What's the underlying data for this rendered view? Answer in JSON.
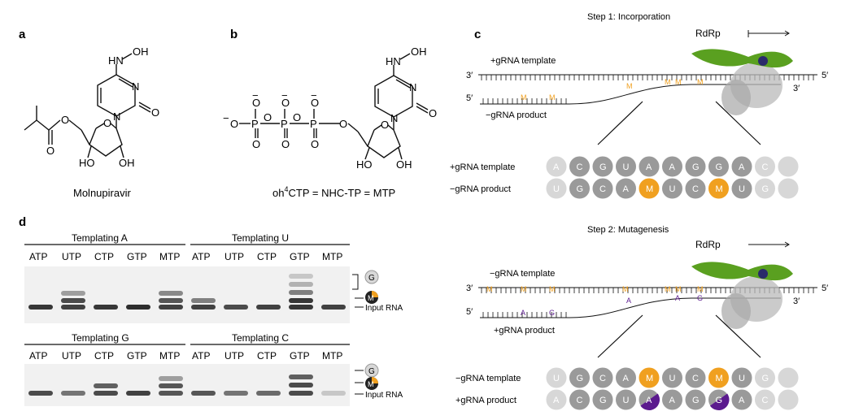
{
  "panels": {
    "a": {
      "label": "a",
      "caption": "Molnupiravir",
      "atoms": {
        "hn": "HN",
        "oh_top": "OH",
        "n1": "N",
        "n3": "N",
        "o_carbonyl": "O",
        "o_ring": "O",
        "o_ester": "O",
        "o_ester2": "O",
        "ho": "HO",
        "oh": "OH"
      }
    },
    "b": {
      "label": "b",
      "caption_prefix": "oh",
      "caption_sup": "4",
      "caption_rest": "CTP = NHC-TP = MTP",
      "atoms": {
        "hn": "HN",
        "oh_top": "OH",
        "n1": "N",
        "n3": "N",
        "o_carbonyl": "O",
        "o_ring": "O",
        "ho": "HO",
        "oh": "OH",
        "p": "P",
        "o": "O",
        "minus": "−"
      }
    },
    "c": {
      "label": "c",
      "step1": {
        "title": "Step 1: Incorporation",
        "enzyme": "RdRp",
        "template_label": "+gRNA template",
        "product_label": "−gRNA product",
        "end3": "3′",
        "end5": "5′",
        "strand_m": "M",
        "zoom": {
          "top_label": "+gRNA template",
          "bottom_label": "−gRNA product",
          "top_seq": [
            "A",
            "C",
            "G",
            "U",
            "A",
            "A",
            "G",
            "G",
            "A",
            "C",
            ""
          ],
          "bottom_seq": [
            "U",
            "G",
            "C",
            "A",
            "M",
            "U",
            "C",
            "M",
            "U",
            "G",
            ""
          ]
        }
      },
      "step2": {
        "title": "Step 2: Mutagenesis",
        "enzyme": "RdRp",
        "template_label": "−gRNA template",
        "product_label": "+gRNA product",
        "end3": "3′",
        "end5": "5′",
        "strand_m": "M",
        "strand_a": "A",
        "strand_g": "G",
        "zoom": {
          "top_label": "−gRNA template",
          "bottom_label": "+gRNA product",
          "top_seq": [
            "U",
            "G",
            "C",
            "A",
            "M",
            "U",
            "C",
            "M",
            "U",
            "G",
            ""
          ],
          "bottom_seq": [
            "A",
            "C",
            "G",
            "U",
            "A",
            "A",
            "G",
            "G",
            "A",
            "C",
            ""
          ]
        }
      }
    },
    "d": {
      "label": "d",
      "group_A": "Templating A",
      "group_U": "Templating U",
      "group_G": "Templating G",
      "group_C": "Templating C",
      "lanes": [
        "ATP",
        "UTP",
        "CTP",
        "GTP",
        "MTP"
      ],
      "legend_g": "G",
      "legend_m": "M",
      "legend_input": "Input RNA"
    }
  },
  "colors": {
    "mtp_orange": "#f0a020",
    "purple": "#5b1a8e",
    "mid_gray": "#9a9a9a",
    "light_gray": "#d7d7d7",
    "dark_gray": "#8c8c8c",
    "protein_green": "#5aa020"
  }
}
